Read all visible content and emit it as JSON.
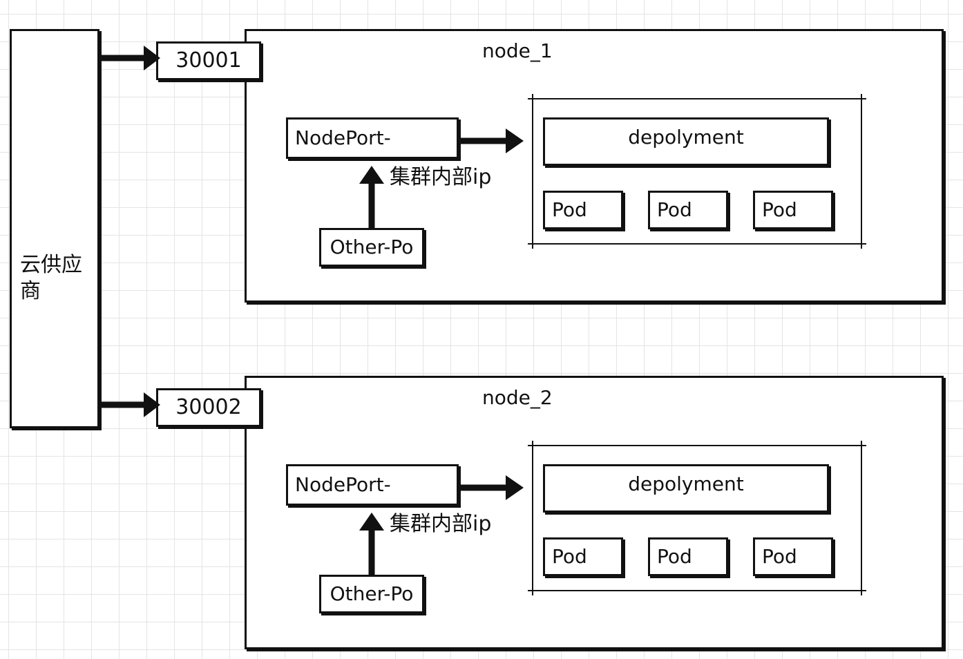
{
  "provider": {
    "label": "云供应商"
  },
  "nodes": [
    {
      "title": "node_1",
      "port": "30001",
      "service": "NodePort-",
      "client": "Other-Po",
      "edge_label": "集群内部ip",
      "deployment": "depolyment",
      "pods": [
        "Pod",
        "Pod",
        "Pod"
      ]
    },
    {
      "title": "node_2",
      "port": "30002",
      "service": "NodePort-",
      "client": "Other-Po",
      "edge_label": "集群内部ip",
      "deployment": "depolyment",
      "pods": [
        "Pod",
        "Pod",
        "Pod"
      ]
    }
  ]
}
